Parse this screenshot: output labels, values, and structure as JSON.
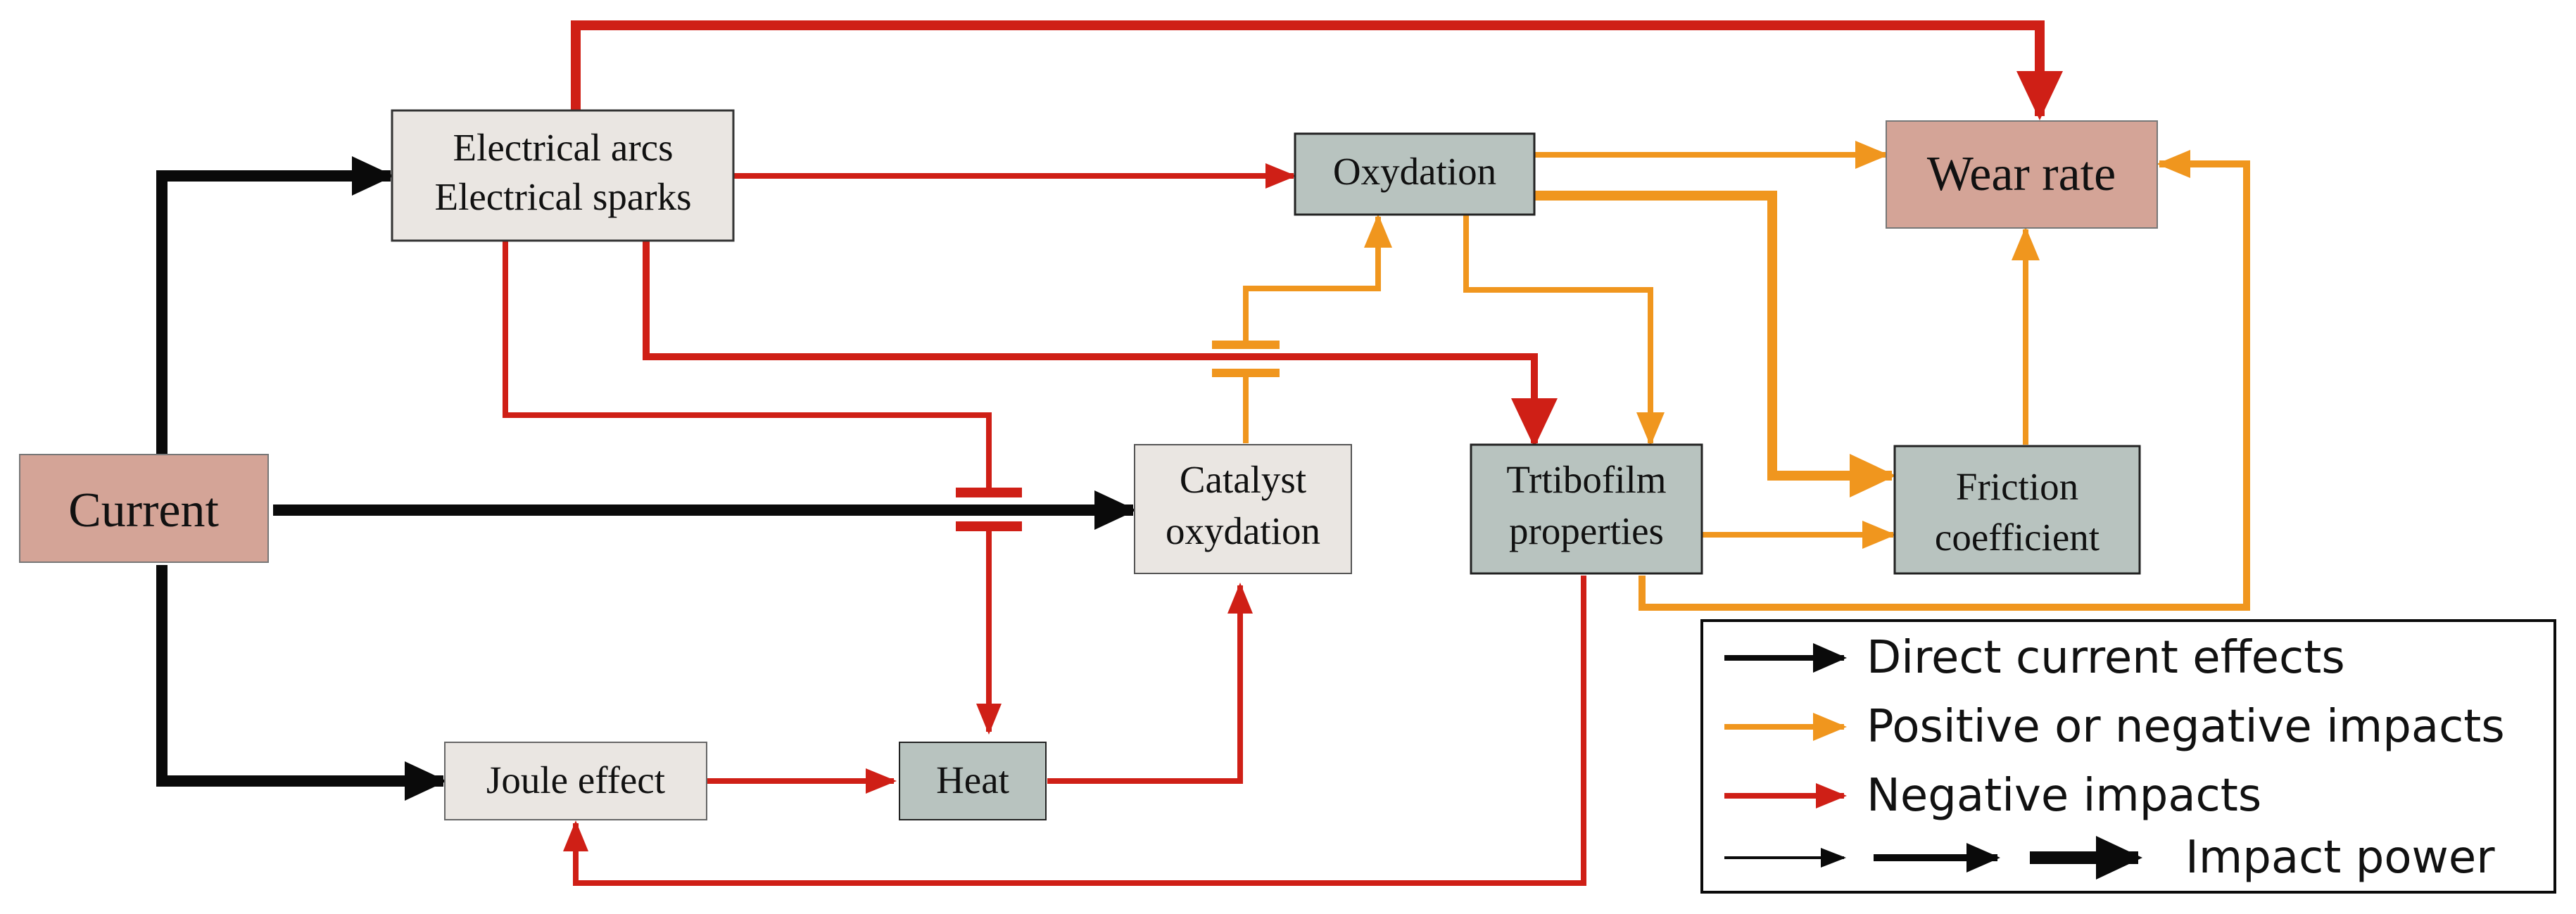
{
  "nodes": {
    "current": {
      "label": "Current",
      "fill": "#d4a497"
    },
    "arcs": {
      "line1": "Electrical arcs",
      "line2": "Electrical sparks",
      "fill": "#eae6e2"
    },
    "oxydation": {
      "label": "Oxydation",
      "fill": "#b8c3bf"
    },
    "wear_rate": {
      "label": "Wear rate",
      "fill": "#d4a497"
    },
    "catalyst": {
      "line1": "Catalyst",
      "line2": "oxydation",
      "fill": "#eae6e2"
    },
    "tribofilm": {
      "line1": "Trtibofilm",
      "line2": "properties",
      "fill": "#b8c3bf"
    },
    "friction": {
      "line1": "Friction",
      "line2": "coefficient",
      "fill": "#b8c3bf"
    },
    "joule": {
      "label": "Joule effect",
      "fill": "#eae6e2"
    },
    "heat": {
      "label": "Heat",
      "fill": "#b8c3bf"
    }
  },
  "legend": {
    "direct": "Direct current effects",
    "positive_negative": "Positive or negative impacts",
    "negative": "Negative impacts",
    "impact_power": "Impact power"
  },
  "colors": {
    "direct": "#0a0a0a",
    "positive_negative": "#f0961e",
    "negative": "#cf1f16"
  }
}
